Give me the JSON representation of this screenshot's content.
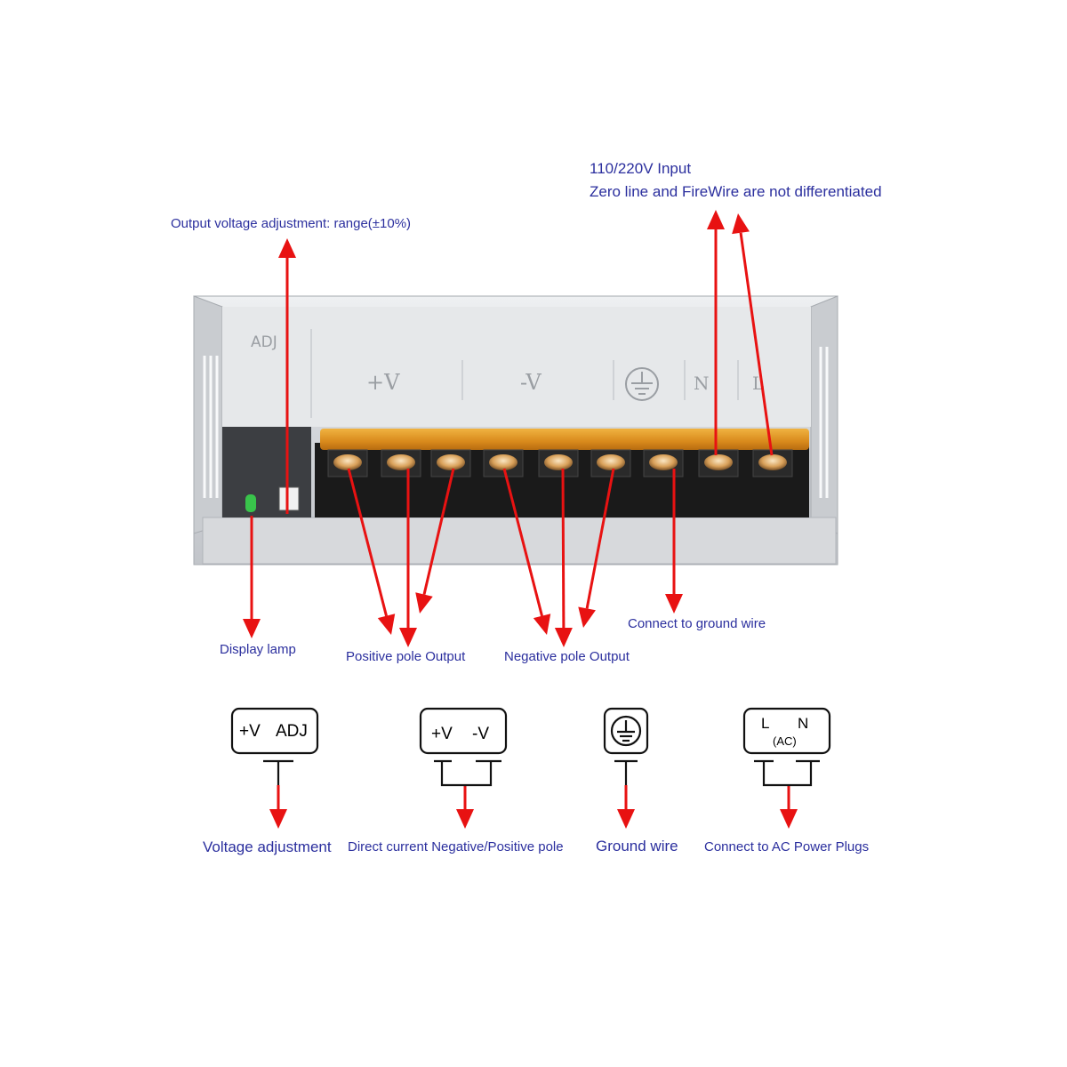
{
  "colors": {
    "label": "#2b2f9e",
    "arrow": "#e81212",
    "terminal_block": "#1a1a1a",
    "cover": "#e3a22a",
    "metal": "#d6d8dc"
  },
  "device": {
    "silkscreen": {
      "adj": "ADJ",
      "pos": "+V",
      "neg": "-V",
      "n": "N",
      "l": "L"
    }
  },
  "labels": {
    "input_line1": "110/220V Input",
    "input_line2": "Zero line and  FireWire are not differentiated",
    "adjust_range": "Output voltage adjustment: range(±10%)",
    "display_lamp": "Display lamp",
    "positive_output": "Positive pole Output",
    "negative_output": "Negative pole Output",
    "ground": "Connect to ground wire"
  },
  "legend": [
    {
      "id": "adj",
      "box_text_a": "+V",
      "box_text_b": "ADJ",
      "caption": "Voltage adjustment",
      "icon": "single-pin-box"
    },
    {
      "id": "dc",
      "box_text_a": "+V",
      "box_text_b": "-V",
      "caption": "Direct current Negative/Positive pole",
      "icon": "paired-pin-box"
    },
    {
      "id": "ground",
      "caption": "Ground wire",
      "icon": "ground-symbol-icon"
    },
    {
      "id": "ac",
      "box_text_a": "L",
      "box_text_b": "N",
      "box_text_c": "(AC)",
      "caption": "Connect to AC Power Plugs",
      "icon": "paired-pin-box"
    }
  ]
}
